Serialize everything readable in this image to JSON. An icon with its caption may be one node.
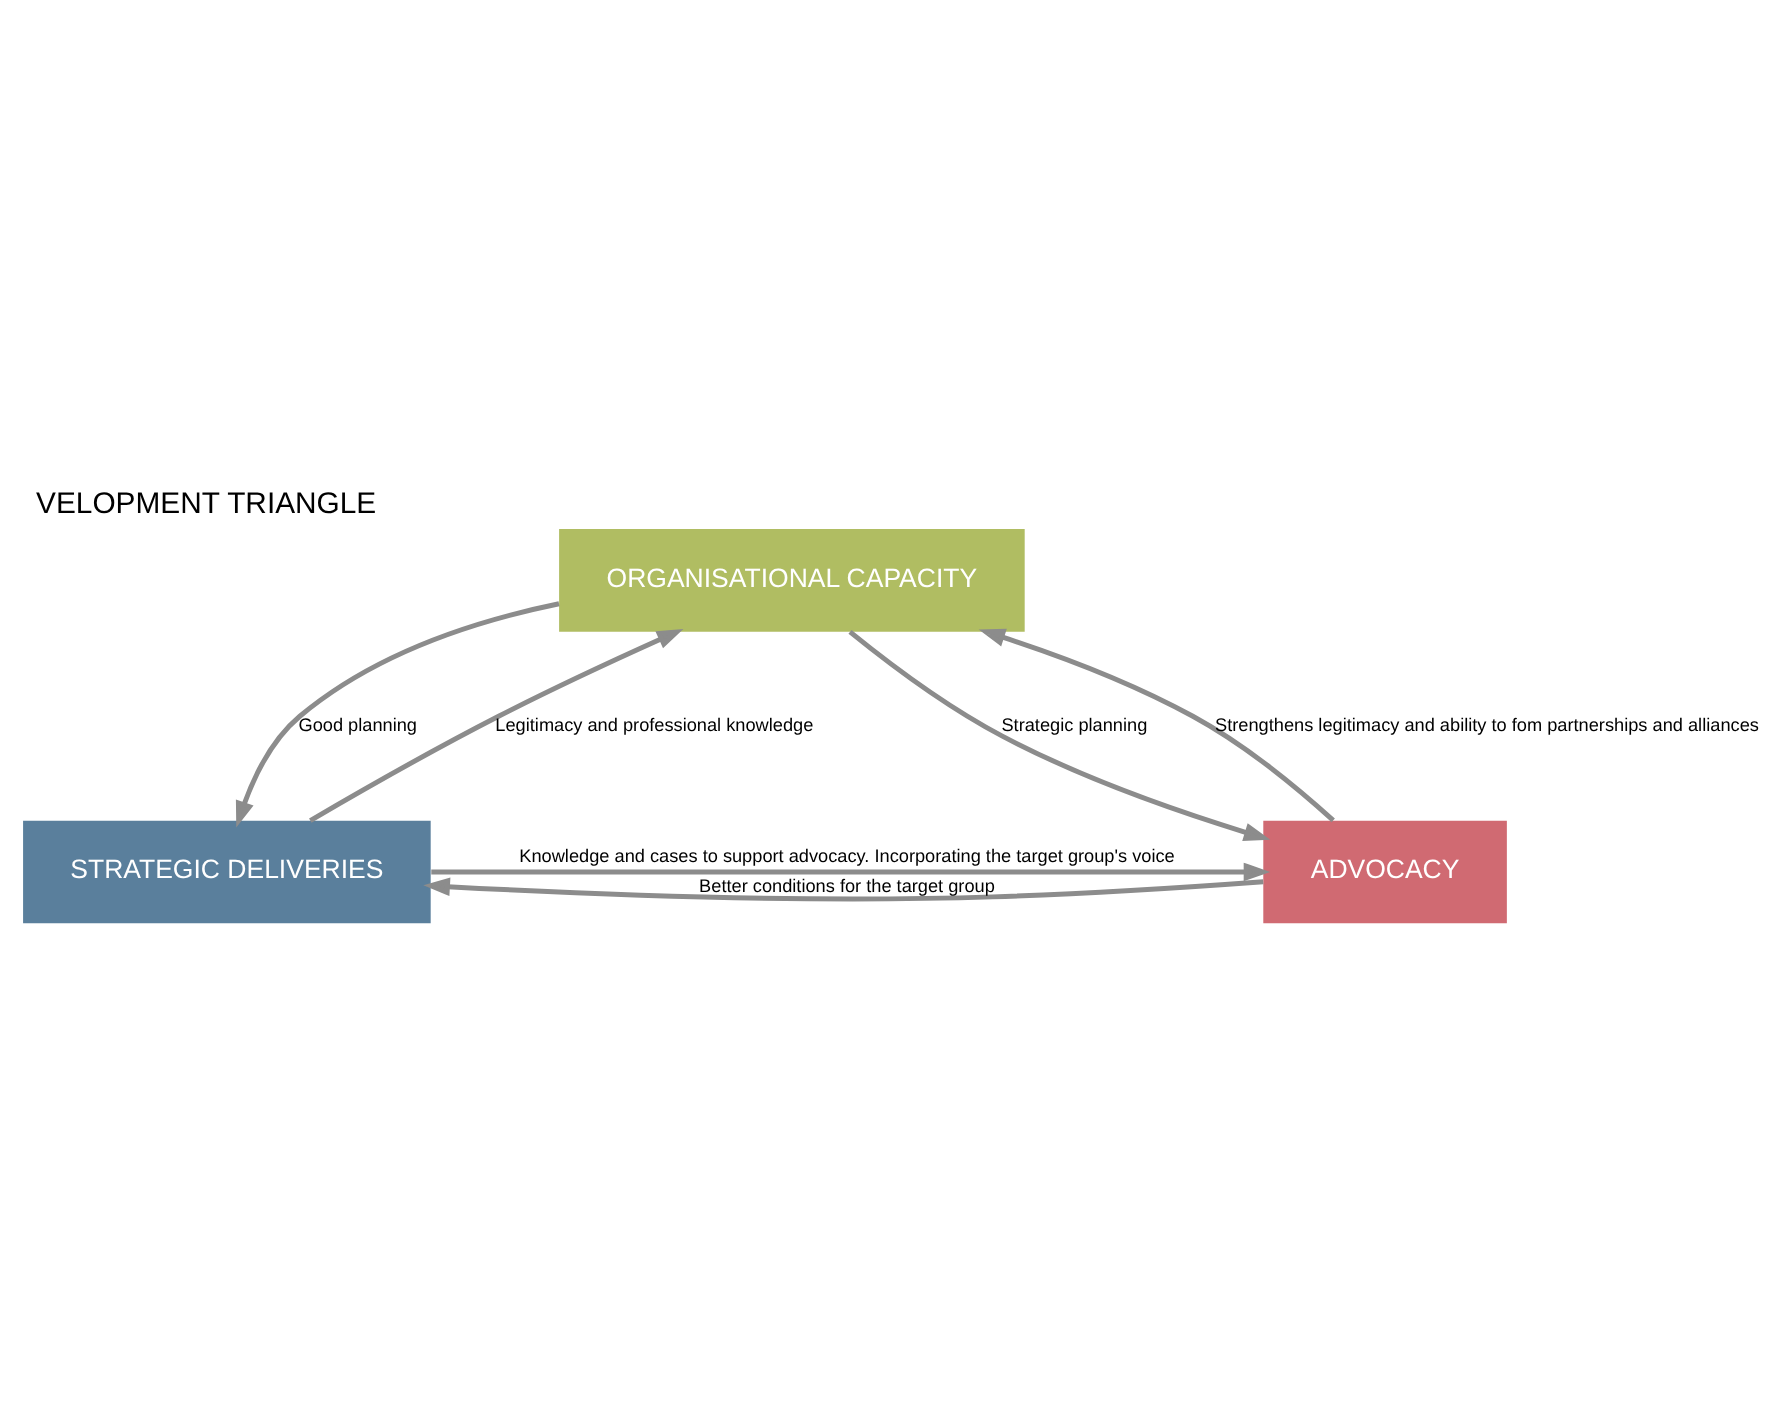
{
  "diagram": {
    "title": "VELOPMENT TRIANGLE",
    "nodes": [
      {
        "text": [
          "ORGANISATIONAL CAPACITY"
        ]
      },
      {
        "text": [
          "STRATEGIC DELIVERIES"
        ]
      },
      {
        "text": [
          "ADVOCACY"
        ]
      }
    ],
    "edges": [
      {
        "from": 1,
        "to": 0,
        "arrow": "to",
        "label": "Legitimacy and professional knowledge"
      },
      {
        "from": 0,
        "to": 1,
        "arrow": "to",
        "label": "Good planning"
      },
      {
        "from": 2,
        "to": 0,
        "arrow": "to",
        "label": "Strengthens legitimacy and ability to fom partnerships and alliances"
      },
      {
        "from": 0,
        "to": 2,
        "arrow": "to",
        "label": "Strategic planning"
      },
      {
        "from": 2,
        "to": 1,
        "arrow": "to",
        "label": "Better conditions for the target group"
      },
      {
        "from": 1,
        "to": 2,
        "arrow": "to",
        "label": "Knowledge and cases to support advocacy. Incorporating the target group's voice"
      }
    ]
  }
}
